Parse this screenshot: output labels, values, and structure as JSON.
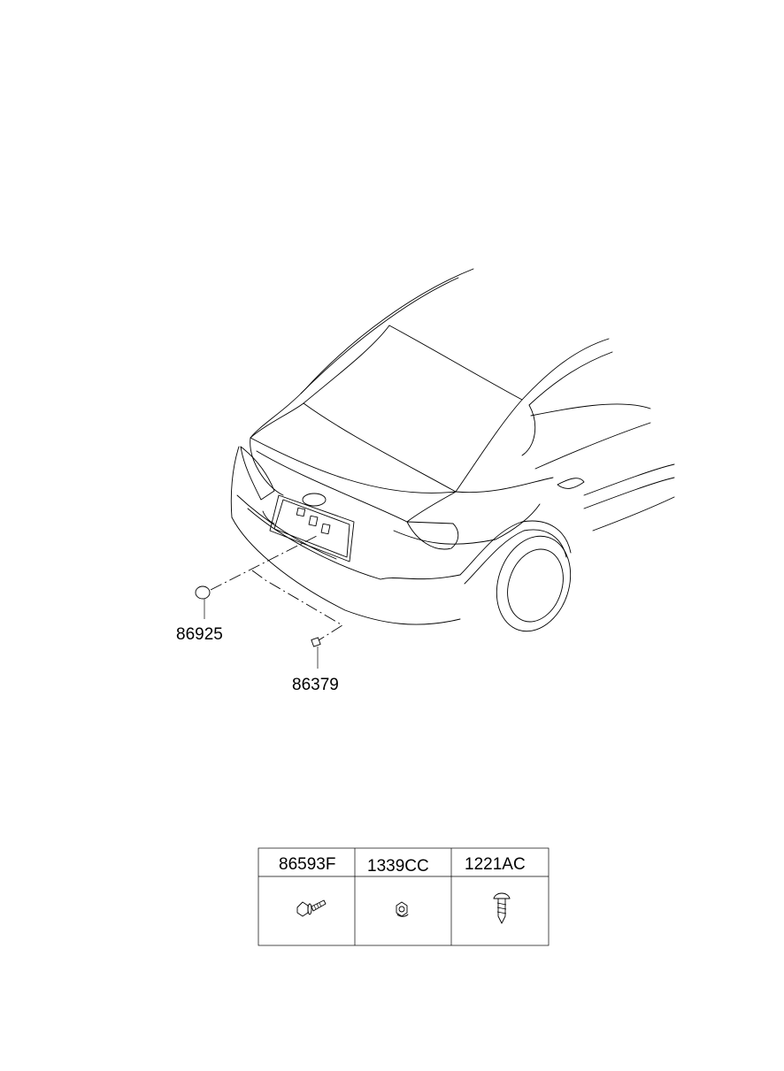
{
  "callouts": [
    {
      "part_no": "86925"
    },
    {
      "part_no": "86379"
    }
  ],
  "hardware_table": {
    "columns": [
      {
        "part_no": "86593F",
        "icon": "flange-bolt-icon"
      },
      {
        "part_no": "1339CC",
        "icon": "nut-icon"
      },
      {
        "part_no": "1221AC",
        "icon": "tapping-screw-icon"
      }
    ]
  }
}
